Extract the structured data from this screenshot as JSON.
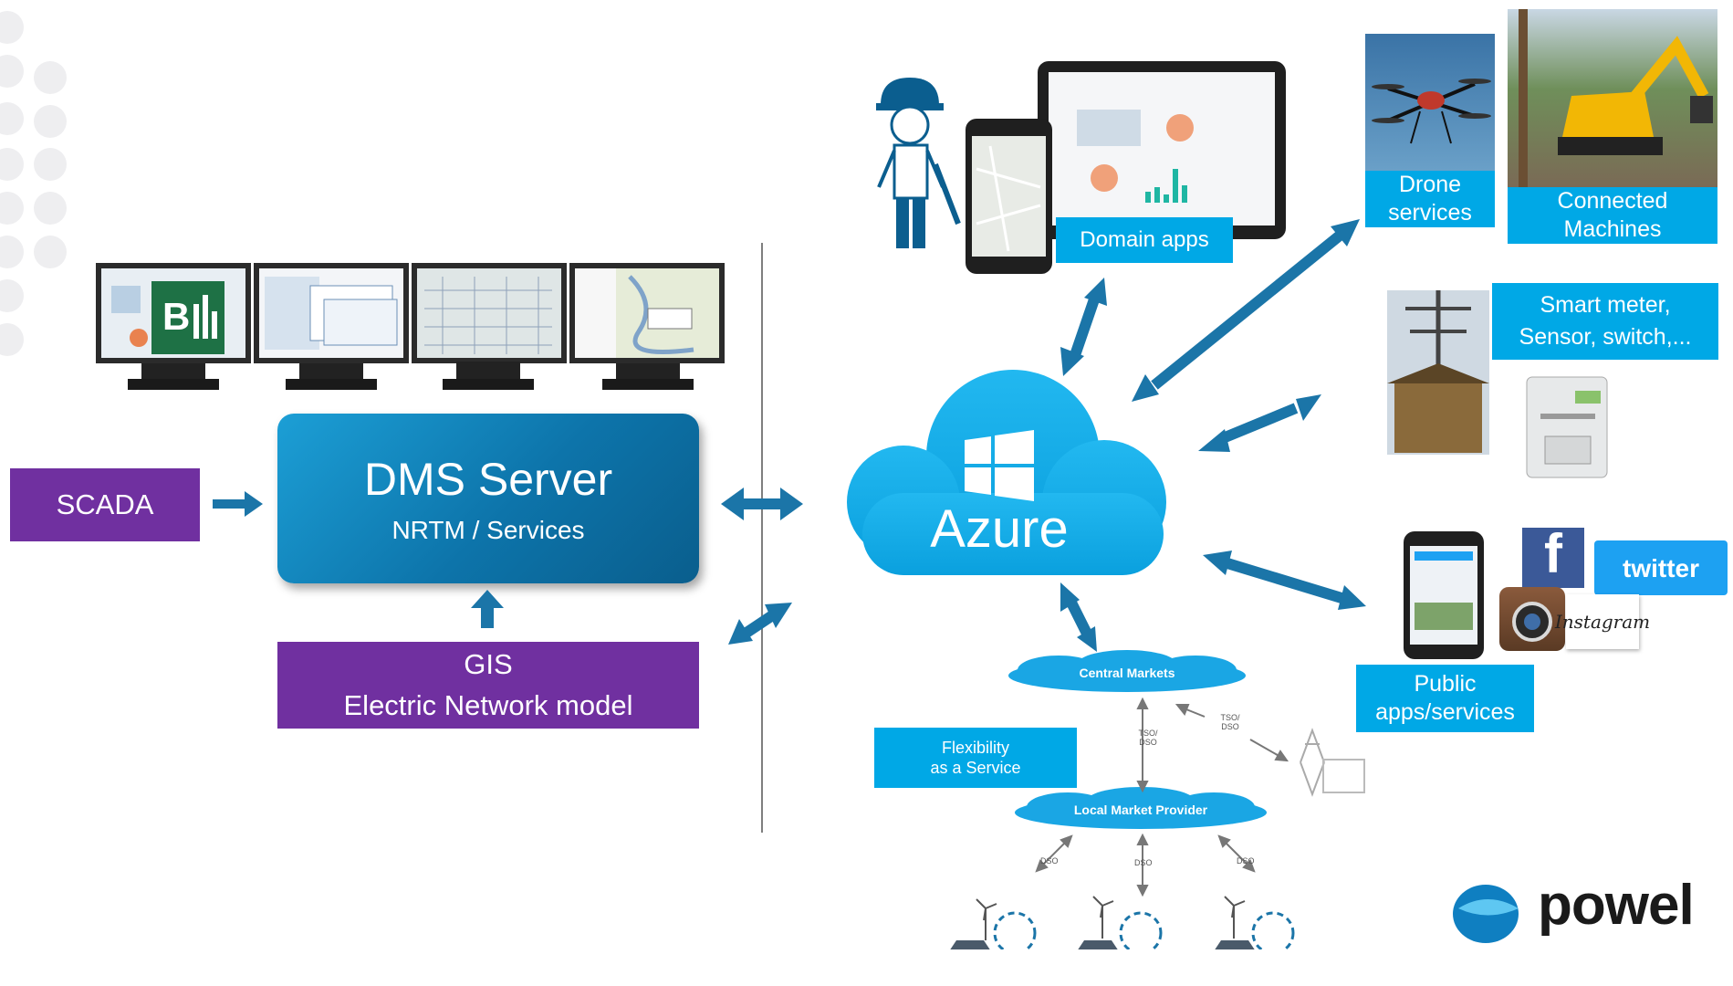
{
  "scada": {
    "label": "SCADA"
  },
  "dms": {
    "title": "DMS Server",
    "subtitle": "NRTM / Services"
  },
  "gis": {
    "line1": "GIS",
    "line2": "Electric Network model"
  },
  "azure": {
    "label": "Azure"
  },
  "domain_apps": {
    "label": "Domain apps"
  },
  "drone": {
    "line1": "Drone",
    "line2": "services"
  },
  "machines": {
    "line1": "Connected",
    "line2": "Machines"
  },
  "smart_meter": {
    "line1": "Smart meter,",
    "line2": "Sensor, switch,..."
  },
  "public_apps": {
    "line1": "Public",
    "line2": "apps/services"
  },
  "social": {
    "facebook": "f",
    "twitter": "twitter",
    "instagram": "Instagram"
  },
  "markets": {
    "central": "Central Markets",
    "local": "Local Market Provider",
    "flex_line1": "Flexibility",
    "flex_line2": "as a Service",
    "tso_dso_1": "TSO/ DSO",
    "tso_dso_2": "TSO/ DSO",
    "dso_labels": [
      "DSO",
      "DSO",
      "DSO"
    ]
  },
  "logo": {
    "text": "powel"
  },
  "colors": {
    "purple": "#7030a0",
    "azure_blue": "#00a8e6",
    "dms_blue": "#0b6ea0",
    "arrow_blue": "#1b75a8"
  }
}
